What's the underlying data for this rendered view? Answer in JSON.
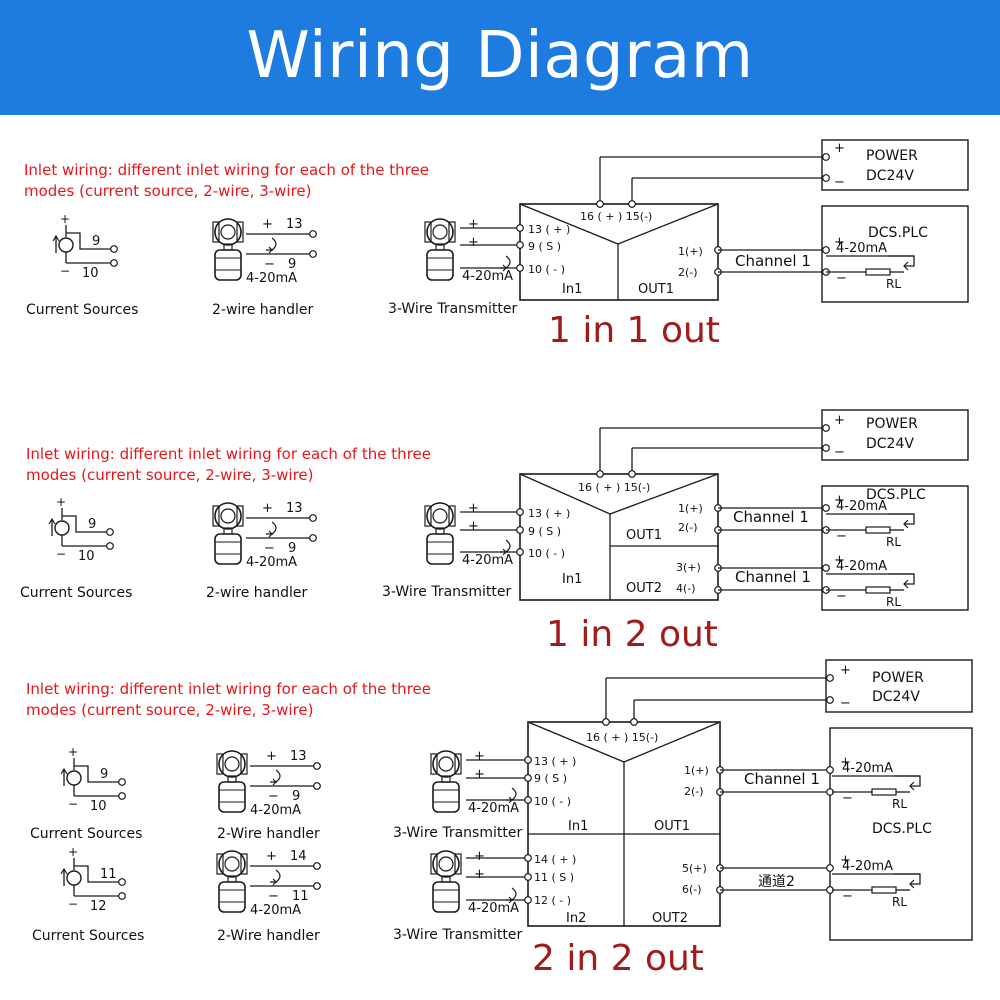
{
  "header": {
    "title": "Wiring Diagram"
  },
  "colors": {
    "header_bg": "#1e7be0",
    "note_red": "#e8161b",
    "mode_red": "#a11b1b",
    "line": "#1a1a1a"
  },
  "sections": [
    {
      "note_line1": "Inlet wiring: different inlet wiring for each of the three",
      "note_line2": "modes (current source, 2-wire, 3-wire)",
      "mode_label": "1 in 1 out"
    },
    {
      "note_line1": "Inlet wiring: different inlet wiring for each of the three",
      "note_line2": "modes (current source, 2-wire, 3-wire)",
      "mode_label": "1 in 2 out"
    },
    {
      "note_line1": "Inlet wiring: different inlet wiring for each of the three",
      "note_line2": "modes (current source, 2-wire, 3-wire)",
      "mode_label": "2 in 2 out"
    }
  ],
  "labels": {
    "current_sources": "Current Sources",
    "two_wire_lower": "2-wire handler",
    "two_wire_upper": "2-Wire handler",
    "three_wire": "3-Wire Transmitter",
    "power": "POWER",
    "dc24v": "DC24V",
    "dcs_plc": "DCS.PLC",
    "channel1": "Channel 1",
    "channel2_cn": "通道2",
    "ma": "4-20mA",
    "rl": "RL",
    "plus": "+",
    "minus": "−",
    "term_16_15": "16 ( + ) 15(-)",
    "in1": "In1",
    "in2": "In2",
    "out1": "OUT1",
    "out2": "OUT2",
    "t13": "13 ( + )",
    "t9": "9 ( S )",
    "t10": "10 ( - )",
    "t14": "14 ( + )",
    "t11": "11 ( S )",
    "t12": "12 ( - )",
    "o1p": "1(+)",
    "o2m": "2(-)",
    "o3p": "3(+)",
    "o4m": "4(-)",
    "o5p": "5(+)",
    "o6m": "6(-)",
    "n9": "9",
    "n10": "10",
    "n11": "11",
    "n12": "12",
    "n13": "13",
    "n14": "14"
  }
}
